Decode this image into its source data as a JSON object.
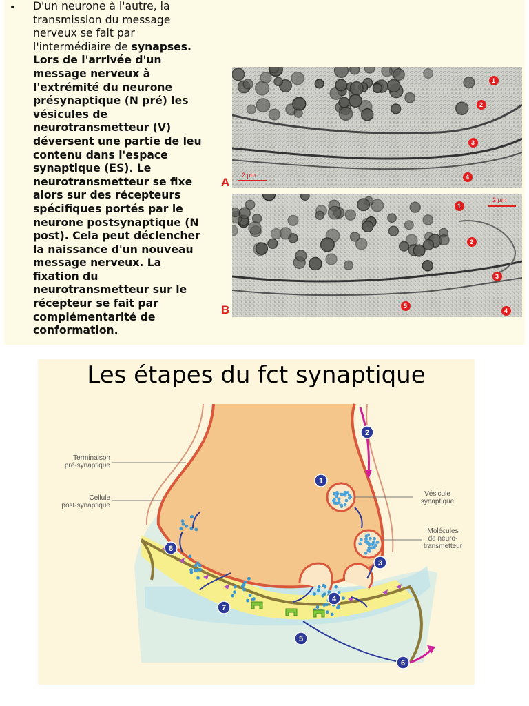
{
  "slide1": {
    "bullet_symbol": "•",
    "text_plain_1": "D'un neurone à l'autre, la\ntransmission du message\nnerveux se fait par\nl'intermédiaire de ",
    "text_bold_1": "synapses.\nLors de l'arrivée d'un\nmessage nerveux à\nl'extrémité du neurone\nprésynaptique (N pré) les\nvésicules de\nneurotransmetteur (V)\ndéversent une partie de leu\ncontenu dans l'espace\nsynaptique (ES). Le\nneurotransmetteur se fixe\nalors sur des récepteurs\nspécifiques portés par le\nneurone postsynaptique (N\npost). Cela peut déclencher\nla naissance d'un nouveau\nmessage nerveux. La\nfixation du\nneurotransmetteur sur le\nrécepteur se fait par\ncomplémentarité de\nconformation.",
    "panel_a": {
      "letter": "A",
      "scale": "2 µm",
      "markers": [
        "1",
        "2",
        "3",
        "4"
      ]
    },
    "panel_b": {
      "letter": "B",
      "scale": "2 µm",
      "markers": [
        "1",
        "2",
        "3",
        "4",
        "5"
      ]
    }
  },
  "slide2": {
    "title": "Les étapes du fct synaptique",
    "labels": {
      "terminaison": "Terminaison\npré-synaptique",
      "cellule": "Cellule\npost-synaptique",
      "vesicule": "Vésicule\nsynaptique",
      "molecules": "Molécules\nde neuro-\ntransmetteur"
    },
    "steps": [
      "1",
      "2",
      "3",
      "4",
      "5",
      "6",
      "7",
      "8"
    ],
    "colors": {
      "membrane": "#e0674a",
      "cytoplasm": "#f5c58a",
      "cleft": "#f7ef8a",
      "postsyn": "#c8e2e0",
      "step_circle": "#2c3a9a",
      "arrow_magenta": "#d0209a",
      "receptor": "#7ec83a"
    }
  }
}
